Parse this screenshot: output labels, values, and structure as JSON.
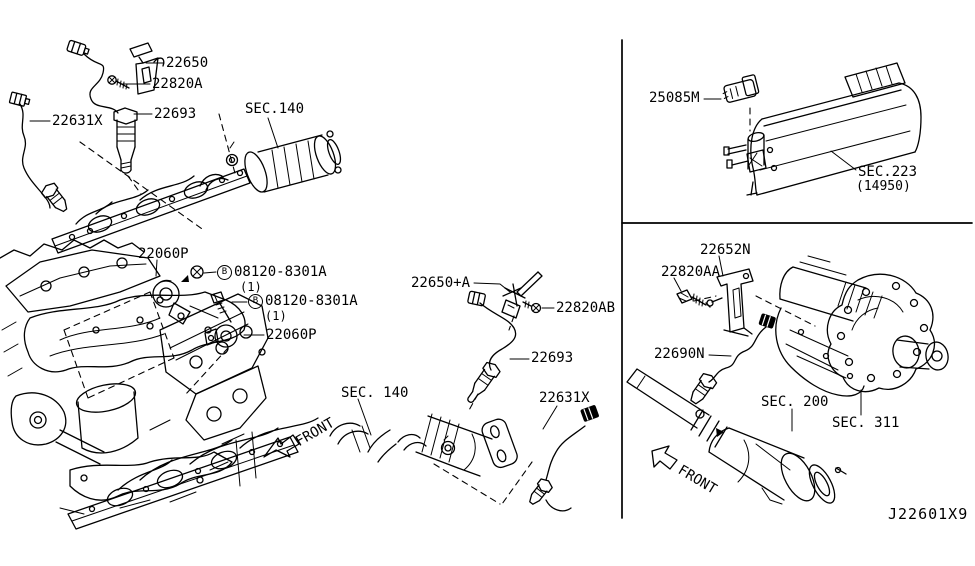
{
  "diagram": {
    "code": "J22601X9",
    "front_label": "FRONT",
    "top_left": {
      "sensor_bracket": "22650",
      "bracket_screw": "22820A",
      "rear_o2_sensor": "22631X",
      "front_o2_sensor": "22693",
      "manifold_section": "SEC.140"
    },
    "engine": {
      "knock_sensor_1": "22060P",
      "knock_sensor_2": "22060P",
      "bolt1": {
        "prefix": "B",
        "part": "08120-8301A",
        "qty": "(1)"
      },
      "bolt2": {
        "prefix": "B",
        "part": "08120-8301A",
        "qty": "(1)"
      }
    },
    "middle": {
      "sensor_bracket": "22650+A",
      "bracket_screw": "22820AB",
      "front_o2_sensor": "22693",
      "rear_o2_sensor": "22631X",
      "manifold_section": "SEC. 140"
    },
    "top_right": {
      "canister_sensor": "25085M",
      "canister_section": "SEC.223",
      "canister_section_code": "(14950)"
    },
    "bottom_right": {
      "sensor_bracket": "22652N",
      "bracket_bolt": "22820AA",
      "rear_o2_sensor": "22690N",
      "exhaust_section": "SEC. 200",
      "transmission_section": "SEC. 311"
    }
  }
}
